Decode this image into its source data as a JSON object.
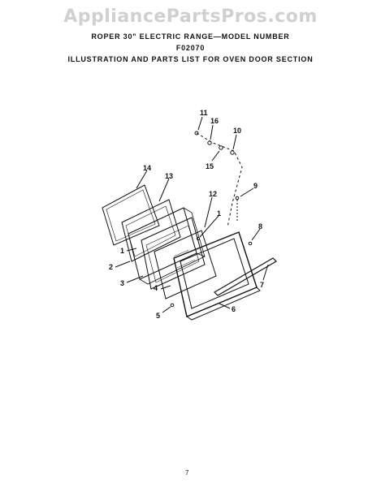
{
  "watermark": "AppliancePartsPros.com",
  "header": {
    "line1": "ROPER 30\" ELECTRIC RANGE—MODEL NUMBER",
    "line2": "F02070",
    "line3": "ILLUSTRATION AND PARTS LIST FOR OVEN DOOR SECTION"
  },
  "callouts": {
    "c11": "11",
    "c16": "16",
    "c10": "10",
    "c15": "15",
    "c9": "9",
    "c14": "14",
    "c13": "13",
    "c12": "12",
    "c1a": "1",
    "c1b": "1",
    "c8": "8",
    "c2": "2",
    "c7": "7",
    "c3": "3",
    "c4": "4",
    "c5": "5",
    "c6": "6"
  },
  "page_number": "7"
}
